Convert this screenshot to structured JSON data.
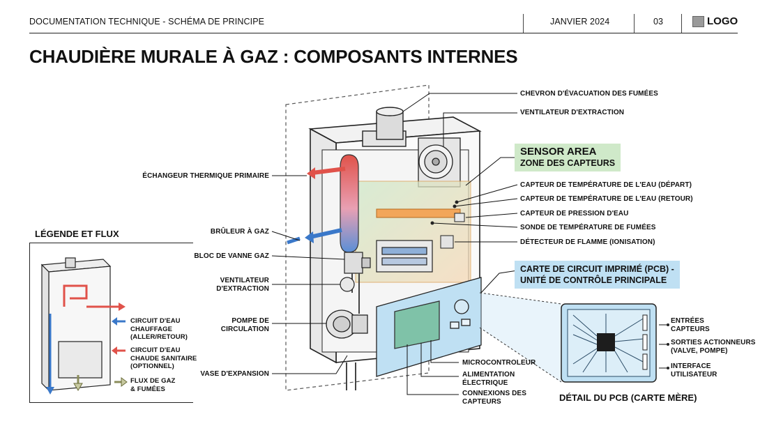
{
  "header": {
    "doc_title": "DOCUMENTATION TECHNIQUE - SCHÉMA DE PRINCIPE",
    "date": "JANVIER 2024",
    "page": "03",
    "logo": "LOGO"
  },
  "title": "CHAUDIÈRE MURALE À GAZ : COMPOSANTS INTERNES",
  "labels_top_right": [
    "CHEVRON D'ÉVACUATION DES FUMÉES",
    "VENTILATEUR D'EXTRACTION"
  ],
  "sensor_area": {
    "title": "SENSOR AREA",
    "subtitle": "ZONE DES CAPTEURS"
  },
  "sensors": [
    "CAPTEUR DE TEMPÉRATURE DE L'EAU (DÉPART)",
    "CAPTEUR DE TEMPÉRATURE DE L'EAU (RETOUR)",
    "CAPTEUR DE PRESSION D'EAU",
    "SONDE DE TEMPÉRATURE DE FUMÉES",
    "DÉTECTEUR DE FLAMME (IONISATION)"
  ],
  "pcb_callout": {
    "line1": "CARTE DE CIRCUIT IMPRIMÉ (PCB) -",
    "line2": "UNITÉ DE CONTRÔLE PRINCIPALE"
  },
  "labels_left": {
    "exchanger": "ÉCHANGEUR THERMIQUE PRIMAIRE",
    "burner": "BRÛLEUR À GAZ",
    "gas_valve": "BLOC DE VANNE GAZ",
    "fan_1": "VENTILATEUR",
    "fan_2": "D'EXTRACTION",
    "pump_1": "POMPE DE",
    "pump_2": "CIRCULATION",
    "expansion": "VASE D'EXPANSION"
  },
  "labels_bottom": {
    "micro": "MICROCONTROLEUR",
    "power_1": "ALIMENTATION",
    "power_2": "ÉLECTRIQUE",
    "conn_1": "CONNEXIONS DES",
    "conn_2": "CAPTEURS"
  },
  "legend": {
    "title": "LÉGENDE ET FLUX",
    "items": [
      {
        "lines": [
          "CIRCUIT D'EAU",
          "CHAUFFAGE",
          "(ALLER/RETOUR)"
        ],
        "color": "#3a78c9"
      },
      {
        "lines": [
          "CIRCUIT D'EAU",
          "CHAUDE SANITAIRE",
          "(OPTIONNEL)"
        ],
        "color": "#e0524a"
      },
      {
        "lines": [
          "FLUX DE GAZ",
          "& FUMÉES"
        ],
        "color": "#c7c9a0"
      }
    ]
  },
  "pcb_detail": {
    "title": "DÉTAIL DU PCB (CARTE MÈRE)",
    "inputs": [
      "ENTRÉES",
      "CAPTEURS"
    ],
    "outputs": [
      "SORTIES ACTIONNEURS",
      "(VALVE, POMPE)"
    ],
    "ui": [
      "INTERFACE",
      "UTILISATEUR"
    ]
  },
  "colors": {
    "sensor_zone": "#cfe9c9",
    "pcb": "#bfe0f3",
    "hot": "#e0524a",
    "cold": "#3a78c9",
    "board": "#a7d8d2"
  }
}
